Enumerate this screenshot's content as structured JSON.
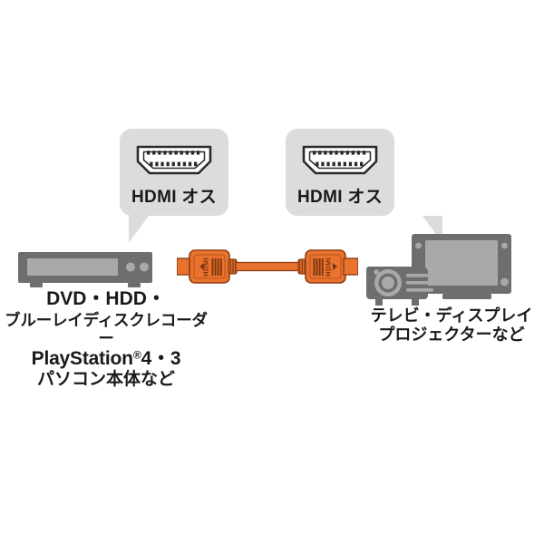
{
  "page": {
    "background_color": "#ffffff",
    "title": "HDMI cable connection diagram"
  },
  "callouts": [
    {
      "id": "left",
      "label": "HDMI オス",
      "icon": "hdmi-port-icon",
      "bubble_color": "#dcdcdc",
      "text_color": "#1a1a1a"
    },
    {
      "id": "right",
      "label": "HDMI オス",
      "icon": "hdmi-port-icon",
      "bubble_color": "#dcdcdc",
      "text_color": "#1a1a1a"
    }
  ],
  "devices": {
    "source": {
      "icon": "dvd-recorder-icon",
      "color": "#6e6e6e",
      "caption_lines": [
        "DVD・HDD・",
        "ブルーレイディスクレコーダー",
        "PlayStation",
        "4・3",
        "パソコン本体など"
      ],
      "registered_mark": "®"
    },
    "sink": {
      "icon": "tv-projector-icon",
      "color": "#6e6e6e",
      "caption_lines": [
        "テレビ・ディスプレイ",
        "プロジェクターなど"
      ]
    }
  },
  "cable": {
    "icon": "hdmi-cable-icon",
    "body_color": "#e8722e",
    "connector_color": "#e8722e",
    "connector_shadow": "#b4531c",
    "connector_mark": "HDMI"
  }
}
